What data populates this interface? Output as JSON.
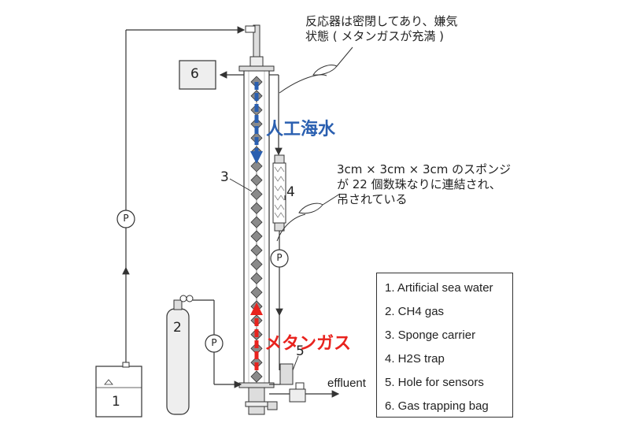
{
  "callouts": {
    "reactor_sealed_line1": "反応器は密閉してあり、嫌気",
    "reactor_sealed_line2": "状態 ( メタンガスが充満 )",
    "sponge_line1": "3cm × 3cm × 3cm のスポンジ",
    "sponge_line2": "が 22 個数珠なりに連結され、",
    "sponge_line3": "吊されている"
  },
  "flow_labels": {
    "seawater": "人工海水",
    "methane": "メタンガス",
    "effluent": "effluent"
  },
  "component_numbers": {
    "n1": "1",
    "n2": "2",
    "n3": "3",
    "n4": "4",
    "n5": "5",
    "n6": "6"
  },
  "pump_symbol": "P",
  "legend": {
    "items": [
      "1. Artificial sea water",
      "2. CH4 gas",
      "3. Sponge carrier",
      "4. H2S trap",
      "5. Hole for sensors",
      "6. Gas trapping bag"
    ]
  },
  "colors": {
    "seawater_arrow": "#2a5fb0",
    "methane_arrow": "#e8231e",
    "line": "#333333"
  }
}
